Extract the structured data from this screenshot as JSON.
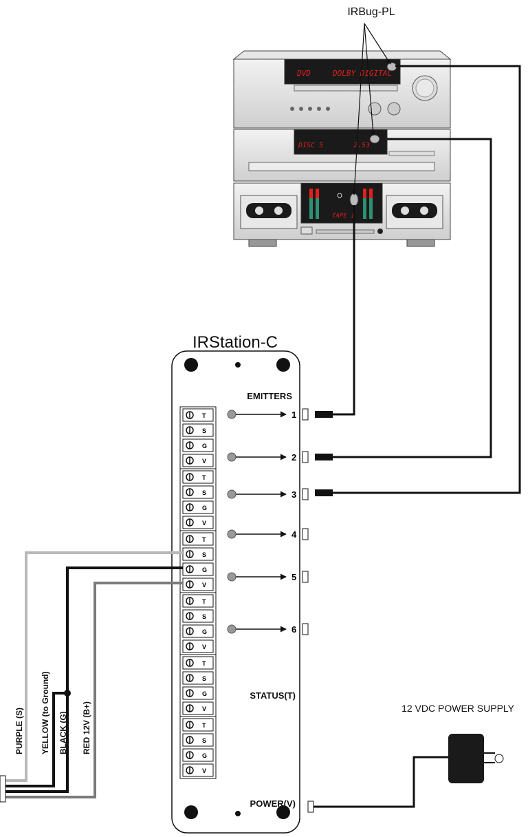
{
  "labels": {
    "irbug": "IRBug-PL",
    "irstation": "IRStation-C",
    "emitters": "EMITTERS",
    "status": "STATUS(T)",
    "power": "POWER(V)",
    "power_supply": "12 VDC POWER SUPPLY"
  },
  "stereo": {
    "receiver_display_left": "DVD",
    "receiver_display_right": "DOLBY DIGITAL",
    "cd_display_left": "DISC 5",
    "cd_display_right": "2.53",
    "tape_display": "TAPE 1"
  },
  "terminal_blocks": [
    {
      "pins": [
        "T",
        "S",
        "G",
        "V"
      ]
    },
    {
      "pins": [
        "T",
        "S",
        "G",
        "V"
      ]
    },
    {
      "pins": [
        "T",
        "S",
        "G",
        "V"
      ]
    },
    {
      "pins": [
        "T",
        "S",
        "G",
        "V"
      ]
    },
    {
      "pins": [
        "T",
        "S",
        "G",
        "V"
      ]
    },
    {
      "pins": [
        "T",
        "S",
        "G",
        "V"
      ]
    }
  ],
  "emitter_ports": [
    "1",
    "2",
    "3",
    "4",
    "5",
    "6"
  ],
  "wires": {
    "purple": "PURPLE (S)",
    "yellow": "YELLOW (to Ground)",
    "black": "BLACK (G)",
    "red": "RED  12V (B+)"
  },
  "colors": {
    "wire_black": "#111111",
    "wire_purple": "#b8b8b8",
    "wire_red": "#7a7a7a",
    "display_red": "#e0201c"
  }
}
